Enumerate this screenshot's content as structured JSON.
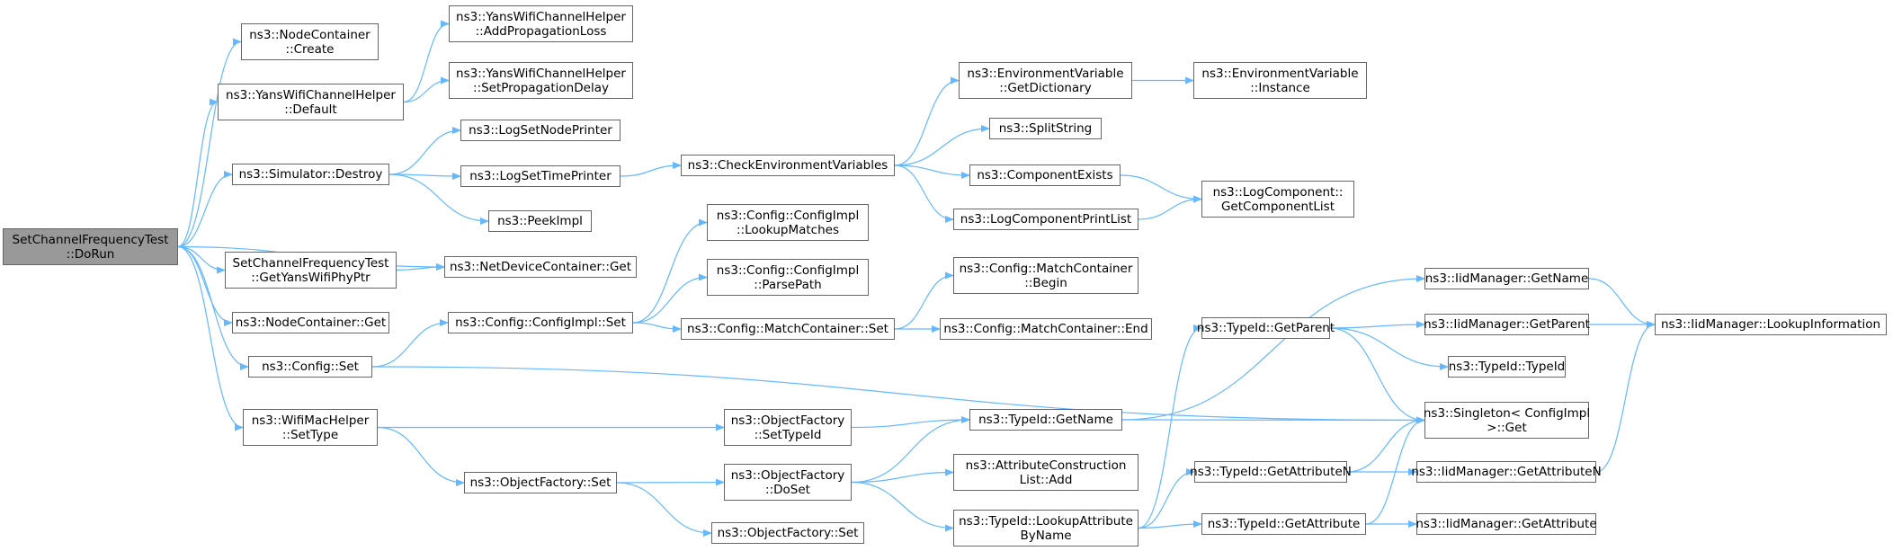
{
  "colors": {
    "edge": "#63b8ff",
    "node_border": "#666666",
    "root_fill": "#999999"
  },
  "nodes": {
    "n0": {
      "l1": "SetChannelFrequencyTest",
      "l2": "::DoRun"
    },
    "n1": {
      "l1": "ns3::NodeContainer",
      "l2": "::Create"
    },
    "n2": {
      "l1": "ns3::YansWifiChannelHelper",
      "l2": "::Default"
    },
    "n3": {
      "l1": "ns3::YansWifiChannelHelper",
      "l2": "::AddPropagationLoss"
    },
    "n4": {
      "l1": "ns3::YansWifiChannelHelper",
      "l2": "::SetPropagationDelay"
    },
    "n5": {
      "l1": "ns3::Simulator::Destroy"
    },
    "n6": {
      "l1": "ns3::LogSetNodePrinter"
    },
    "n7": {
      "l1": "ns3::LogSetTimePrinter"
    },
    "n8": {
      "l1": "ns3::PeekImpl"
    },
    "n9": {
      "l1": "ns3::CheckEnvironmentVariables"
    },
    "n10": {
      "l1": "ns3::EnvironmentVariable",
      "l2": "::GetDictionary"
    },
    "n11": {
      "l1": "ns3::EnvironmentVariable",
      "l2": "::Instance"
    },
    "n12": {
      "l1": "ns3::SplitString"
    },
    "n13": {
      "l1": "ns3::ComponentExists"
    },
    "n14": {
      "l1": "ns3::LogComponentPrintList"
    },
    "n15": {
      "l1": "ns3::LogComponent::",
      "l2": "GetComponentList"
    },
    "n16": {
      "l1": "ns3::NetDeviceContainer::Get"
    },
    "n17": {
      "l1": "SetChannelFrequencyTest",
      "l2": "::GetYansWifiPhyPtr"
    },
    "n18": {
      "l1": "ns3::NodeContainer::Get"
    },
    "n19": {
      "l1": "ns3::Config::Set"
    },
    "n20": {
      "l1": "ns3::Config::ConfigImpl::Set"
    },
    "n21": {
      "l1": "ns3::Config::ConfigImpl",
      "l2": "::LookupMatches"
    },
    "n22": {
      "l1": "ns3::Config::ConfigImpl",
      "l2": "::ParsePath"
    },
    "n23": {
      "l1": "ns3::Config::MatchContainer::Set"
    },
    "n24": {
      "l1": "ns3::Config::MatchContainer",
      "l2": "::Begin"
    },
    "n25": {
      "l1": "ns3::Config::MatchContainer::End"
    },
    "n26": {
      "l1": "ns3::WifiMacHelper",
      "l2": "::SetType"
    },
    "n27": {
      "l1": "ns3::ObjectFactory",
      "l2": "::SetTypeId"
    },
    "n28": {
      "l1": "ns3::ObjectFactory::Set"
    },
    "n29": {
      "l1": "ns3::ObjectFactory",
      "l2": "::DoSet"
    },
    "n30": {
      "l1": "ns3::ObjectFactory::Set"
    },
    "n31": {
      "l1": "ns3::TypeId::GetName"
    },
    "n32": {
      "l1": "ns3::AttributeConstruction",
      "l2": "List::Add"
    },
    "n33": {
      "l1": "ns3::TypeId::LookupAttribute",
      "l2": "ByName"
    },
    "n34": {
      "l1": "ns3::TypeId::GetParent"
    },
    "n35": {
      "l1": "ns3::TypeId::GetAttributeN"
    },
    "n36": {
      "l1": "ns3::TypeId::GetAttribute"
    },
    "n37": {
      "l1": "ns3::IidManager::GetName"
    },
    "n38": {
      "l1": "ns3::IidManager::GetParent"
    },
    "n39": {
      "l1": "ns3::TypeId::TypeId"
    },
    "n40": {
      "l1": "ns3::Singleton< ConfigImpl",
      "l2": " >::Get"
    },
    "n41": {
      "l1": "ns3::IidManager::GetAttributeN"
    },
    "n42": {
      "l1": "ns3::IidManager::GetAttribute"
    },
    "n43": {
      "l1": "ns3::IidManager::LookupInformation"
    }
  },
  "edges": [
    [
      "n0",
      "n1"
    ],
    [
      "n0",
      "n2"
    ],
    [
      "n0",
      "n5"
    ],
    [
      "n0",
      "n16"
    ],
    [
      "n0",
      "n17"
    ],
    [
      "n0",
      "n18"
    ],
    [
      "n0",
      "n19"
    ],
    [
      "n0",
      "n26"
    ],
    [
      "n2",
      "n3"
    ],
    [
      "n2",
      "n4"
    ],
    [
      "n5",
      "n6"
    ],
    [
      "n5",
      "n7"
    ],
    [
      "n5",
      "n8"
    ],
    [
      "n7",
      "n9"
    ],
    [
      "n9",
      "n10"
    ],
    [
      "n9",
      "n12"
    ],
    [
      "n9",
      "n13"
    ],
    [
      "n9",
      "n14"
    ],
    [
      "n10",
      "n11"
    ],
    [
      "n13",
      "n15"
    ],
    [
      "n14",
      "n15"
    ],
    [
      "n17",
      "n16"
    ],
    [
      "n19",
      "n20"
    ],
    [
      "n19",
      "n40"
    ],
    [
      "n20",
      "n21"
    ],
    [
      "n20",
      "n22"
    ],
    [
      "n20",
      "n23"
    ],
    [
      "n23",
      "n24"
    ],
    [
      "n23",
      "n25"
    ],
    [
      "n26",
      "n27"
    ],
    [
      "n26",
      "n28"
    ],
    [
      "n27",
      "n31"
    ],
    [
      "n28",
      "n29"
    ],
    [
      "n28",
      "n30"
    ],
    [
      "n29",
      "n31"
    ],
    [
      "n29",
      "n32"
    ],
    [
      "n29",
      "n33"
    ],
    [
      "n31",
      "n37"
    ],
    [
      "n31",
      "n40"
    ],
    [
      "n33",
      "n34"
    ],
    [
      "n33",
      "n35"
    ],
    [
      "n33",
      "n36"
    ],
    [
      "n34",
      "n38"
    ],
    [
      "n34",
      "n39"
    ],
    [
      "n34",
      "n40"
    ],
    [
      "n35",
      "n40"
    ],
    [
      "n35",
      "n41"
    ],
    [
      "n36",
      "n40"
    ],
    [
      "n36",
      "n42"
    ],
    [
      "n37",
      "n43"
    ],
    [
      "n38",
      "n43"
    ],
    [
      "n41",
      "n43"
    ]
  ]
}
